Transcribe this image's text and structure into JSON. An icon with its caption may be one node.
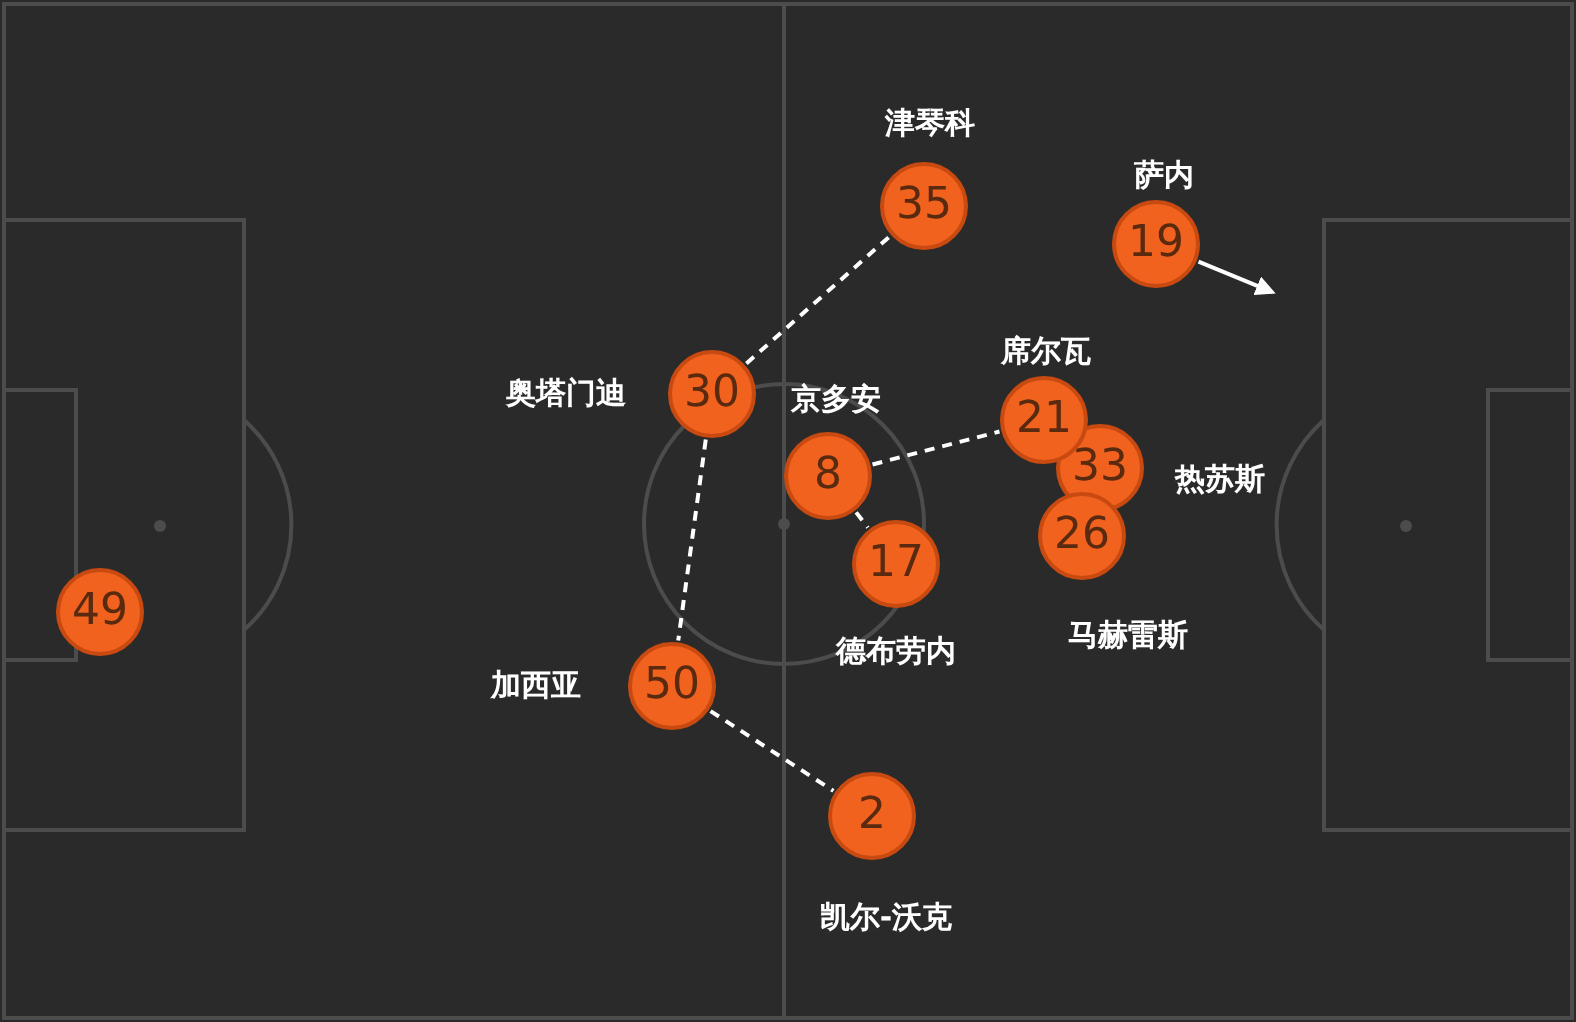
{
  "diagram": {
    "nodes": [
      {
        "text": [
          "35"
        ],
        "beside": [
          "津琴科"
        ]
      },
      {
        "text": [
          "19"
        ],
        "beside": [
          "萨内"
        ]
      },
      {
        "text": [
          "30"
        ],
        "beside": [
          "奥塔门迪"
        ]
      },
      {
        "text": [
          "21"
        ],
        "beside": [
          "席尔瓦"
        ]
      },
      {
        "text": [
          "8"
        ],
        "beside": [
          "京多安"
        ]
      },
      {
        "text": [
          "33"
        ],
        "beside": [
          "热苏斯"
        ]
      },
      {
        "text": [
          "26"
        ],
        "beside": [
          "马赫雷斯"
        ]
      },
      {
        "text": [
          "17"
        ],
        "beside": [
          "德布劳内"
        ]
      },
      {
        "text": [
          "49"
        ]
      },
      {
        "text": [
          "50"
        ],
        "beside": [
          "加西亚"
        ]
      },
      {
        "text": [
          "2"
        ],
        "beside": [
          "凯尔-沃克"
        ]
      }
    ],
    "edges": [
      {
        "from": 2,
        "to": 0,
        "arrow": "none",
        "style": "dashed"
      },
      {
        "from": 2,
        "to": 9,
        "arrow": "none",
        "style": "dashed"
      },
      {
        "from": 9,
        "to": 10,
        "arrow": "none",
        "style": "dashed"
      },
      {
        "from": 4,
        "to": 3,
        "arrow": "none",
        "style": "dashed"
      },
      {
        "from": 4,
        "to": 7,
        "arrow": "none",
        "style": "dashed"
      },
      {
        "from": 1,
        "to": null,
        "arrow": "to"
      }
    ]
  }
}
